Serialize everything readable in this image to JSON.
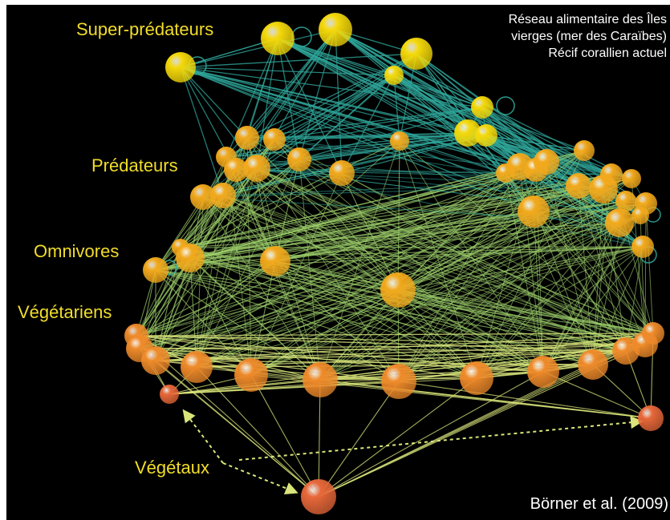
{
  "labels": {
    "super_predators": "Super-prédateurs",
    "predators": "Prédateurs",
    "omnivores": "Omnivores",
    "vegetarians": "Végétariens",
    "plants": "Végétaux"
  },
  "caption": {
    "line1": "Réseau alimentaire des Îles",
    "line2": "vierges (mer des Caraïbes)",
    "line3": "Récif corallien actuel"
  },
  "citation": "Börner et al. (2009)",
  "colors": {
    "background": "#000000",
    "label_text": "#f2dd2a",
    "top_node": "#f5d90a",
    "mid_node": "#f2a91c",
    "herbivore_node": "#ee8a2a",
    "plant_node": "#e8683a",
    "top_link": "#2fa59a",
    "mid_link": "#9ccf6a",
    "low_link": "#d9e57a"
  }
}
